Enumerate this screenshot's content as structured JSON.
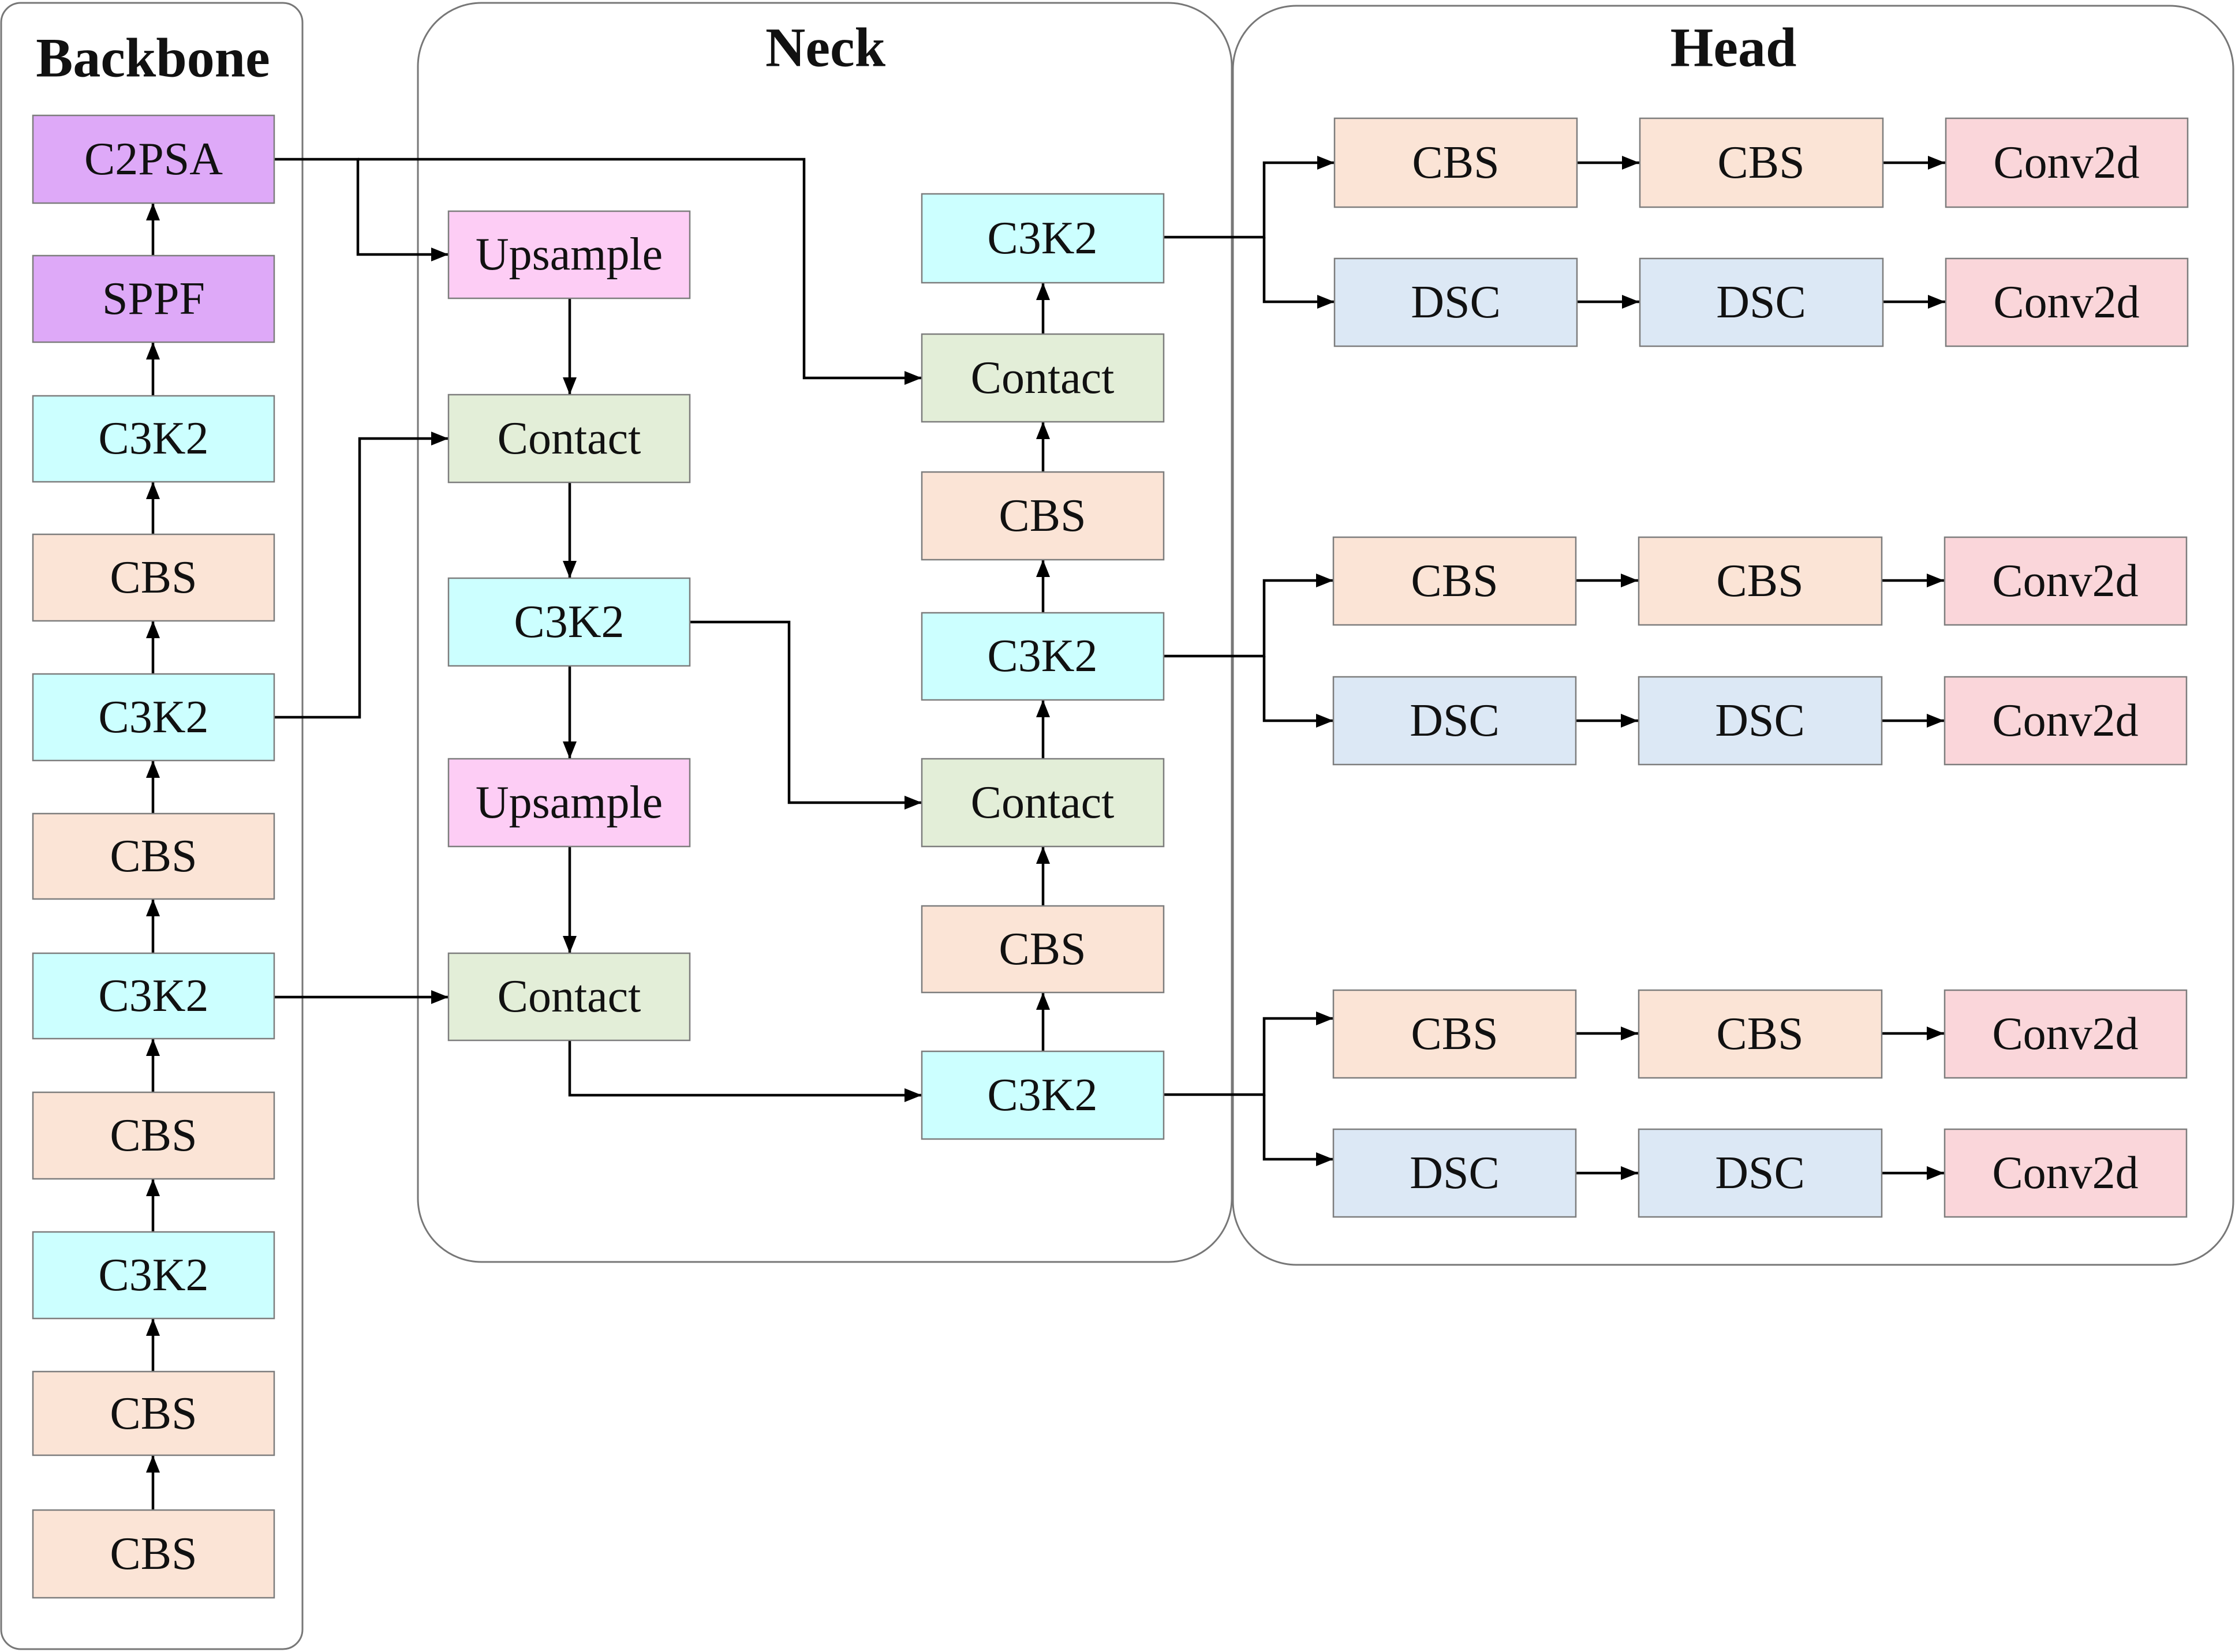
{
  "colors": {
    "CBS": "#fbe4d6",
    "C3K2": "#ccffff",
    "C2PSA": "#dea9f8",
    "SPPF": "#dea9f8",
    "Upsample": "#fdcdf5",
    "Contact": "#e3eed8",
    "DSC": "#dce8f5",
    "Conv2d": "#fad6da",
    "line": "#000000",
    "panel_border": "#777777"
  },
  "panels": {
    "backbone": {
      "title": "Backbone"
    },
    "neck": {
      "title": "Neck"
    },
    "head": {
      "title": "Head"
    }
  },
  "blocks": {
    "bb_c2psa": "C2PSA",
    "bb_sppf": "SPPF",
    "bb_c3k2_1": "C3K2",
    "bb_cbs_1": "CBS",
    "bb_c3k2_2": "C3K2",
    "bb_cbs_2": "CBS",
    "bb_c3k2_3": "C3K2",
    "bb_cbs_3": "CBS",
    "bb_c3k2_4": "C3K2",
    "bb_cbs_4": "CBS",
    "bb_cbs_5": "CBS",
    "nk_upsample_1": "Upsample",
    "nk_contact_1": "Contact",
    "nk_c3k2_1": "C3K2",
    "nk_upsample_2": "Upsample",
    "nk_contact_2": "Contact",
    "nk_c3k2_top": "C3K2",
    "nk_contact_top": "Contact",
    "nk_cbs_top": "CBS",
    "nk_c3k2_mid": "C3K2",
    "nk_contact_mid": "Contact",
    "nk_cbs_mid": "CBS",
    "nk_c3k2_bot": "C3K2",
    "hd1_cbs_a": "CBS",
    "hd1_cbs_b": "CBS",
    "hd1_conv_1": "Conv2d",
    "hd1_dsc_a": "DSC",
    "hd1_dsc_b": "DSC",
    "hd1_conv_2": "Conv2d",
    "hd2_cbs_a": "CBS",
    "hd2_cbs_b": "CBS",
    "hd2_conv_1": "Conv2d",
    "hd2_dsc_a": "DSC",
    "hd2_dsc_b": "DSC",
    "hd2_conv_2": "Conv2d",
    "hd3_cbs_a": "CBS",
    "hd3_cbs_b": "CBS",
    "hd3_conv_1": "Conv2d",
    "hd3_dsc_a": "DSC",
    "hd3_dsc_b": "DSC",
    "hd3_conv_2": "Conv2d"
  }
}
